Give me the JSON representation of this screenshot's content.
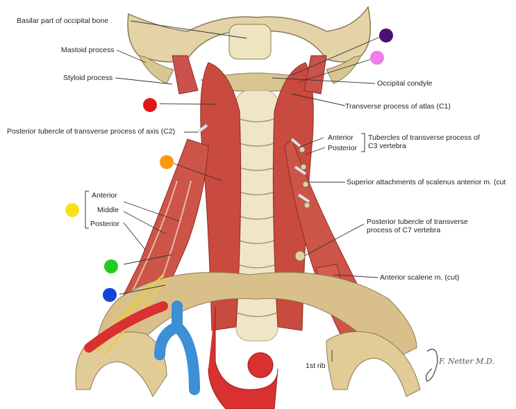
{
  "labels": {
    "basilar_occipital": "Basilar part of occipital bone",
    "mastoid": "Mastoid process",
    "styloid": "Styloid process",
    "occipital_condyle": "Occipital condyle",
    "transverse_atlas": "Transverse process of atlas (C1)",
    "posterior_tubercle_axis": "Posterior tubercle of transverse process of axis (C2)",
    "c3_anterior": "Anterior",
    "c3_posterior": "Posterior",
    "c3_tubercles": "Tubercles of transverse process of C3 vertebra",
    "scalenus_attach": "Superior attachments of scalenus anterior m. (cut",
    "scalene_anterior": "Anterior",
    "scalene_middle": "Middle",
    "scalene_posterior": "Posterior",
    "c7_tubercle": "Posterior tubercle of transverse process of C7 vertebra",
    "anterior_scalene_cut": "Anterior scalene m. (cut)",
    "first_rib": "1st rib"
  },
  "markers": [
    {
      "name": "purple-marker",
      "color": "#4b0f72"
    },
    {
      "name": "pink-marker",
      "color": "#ee7fe8"
    },
    {
      "name": "red-marker",
      "color": "#e01818"
    },
    {
      "name": "orange-marker",
      "color": "#f89a10"
    },
    {
      "name": "yellow-marker",
      "color": "#f7e01a"
    },
    {
      "name": "green-marker",
      "color": "#22cc22"
    },
    {
      "name": "blue-marker",
      "color": "#1144dd"
    }
  ],
  "signature": "F. Netter M.D."
}
